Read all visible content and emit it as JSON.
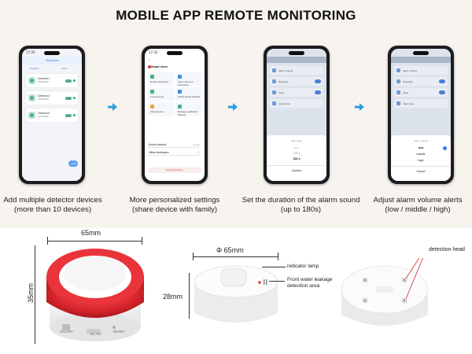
{
  "title": "MOBILE APP REMOTE MONITORING",
  "phones": {
    "p1": {
      "status_time": "17:20",
      "header": "Smart siren",
      "tabs": [
        "Detector",
        "Alarm"
      ],
      "devices": [
        "Detector1",
        "Detector2",
        "Detector3"
      ],
      "fab": "+ Add"
    },
    "p2": {
      "status_time": "17:20",
      "device_name": "Smart siren",
      "grid": [
        "Device Information",
        "Tap-to-Run and Automation",
        "Create Group",
        "Check Device Network",
        "Share Device",
        "Message notification Settings"
      ],
      "rows": [
        {
          "label": "Device Network",
          "value": "google"
        },
        {
          "label": "Offline Notification",
          "value": ""
        }
      ],
      "remove": "Remove Device"
    },
    "p3": {
      "rows": [
        "Alarm volume",
        "Ring light",
        "Voice",
        "Alarm time"
      ],
      "sheet_title": "Alarm time",
      "options": [
        "60 s",
        "120 s",
        "180 s"
      ],
      "confirm": "Confirm"
    },
    "p4": {
      "rows": [
        "Alarm volume",
        "Ring light",
        "Voice",
        "Alarm time"
      ],
      "sheet_title": "Alarm volume",
      "options": [
        "low",
        "middle",
        "high"
      ],
      "cancel": "Cancel"
    }
  },
  "captions": [
    [
      "Add multiple detector devices",
      "(more than 10 devices)"
    ],
    [
      "More personalized settings",
      "(share device with family)"
    ],
    [
      "Set the duration of the alarm sound",
      "(up to 180s)"
    ],
    [
      "Adjust alarm volume alerts",
      "(low / middle / high)"
    ]
  ],
  "product": {
    "width_top": "65mm",
    "height_side": "35mm",
    "width_mid": "Φ 65mm",
    "height_mid": "28mm",
    "indicator": "indicator lamp",
    "leakage": [
      "Front water leakage",
      "detection area"
    ],
    "detection_head": "detection head",
    "side_labels": [
      "ON  OFF",
      "DC 5V",
      "RESET"
    ]
  },
  "colors": {
    "siren_red": "#d9262c",
    "arrow_blue": "#2f9be3",
    "accent_blue": "#2f7bf0"
  }
}
